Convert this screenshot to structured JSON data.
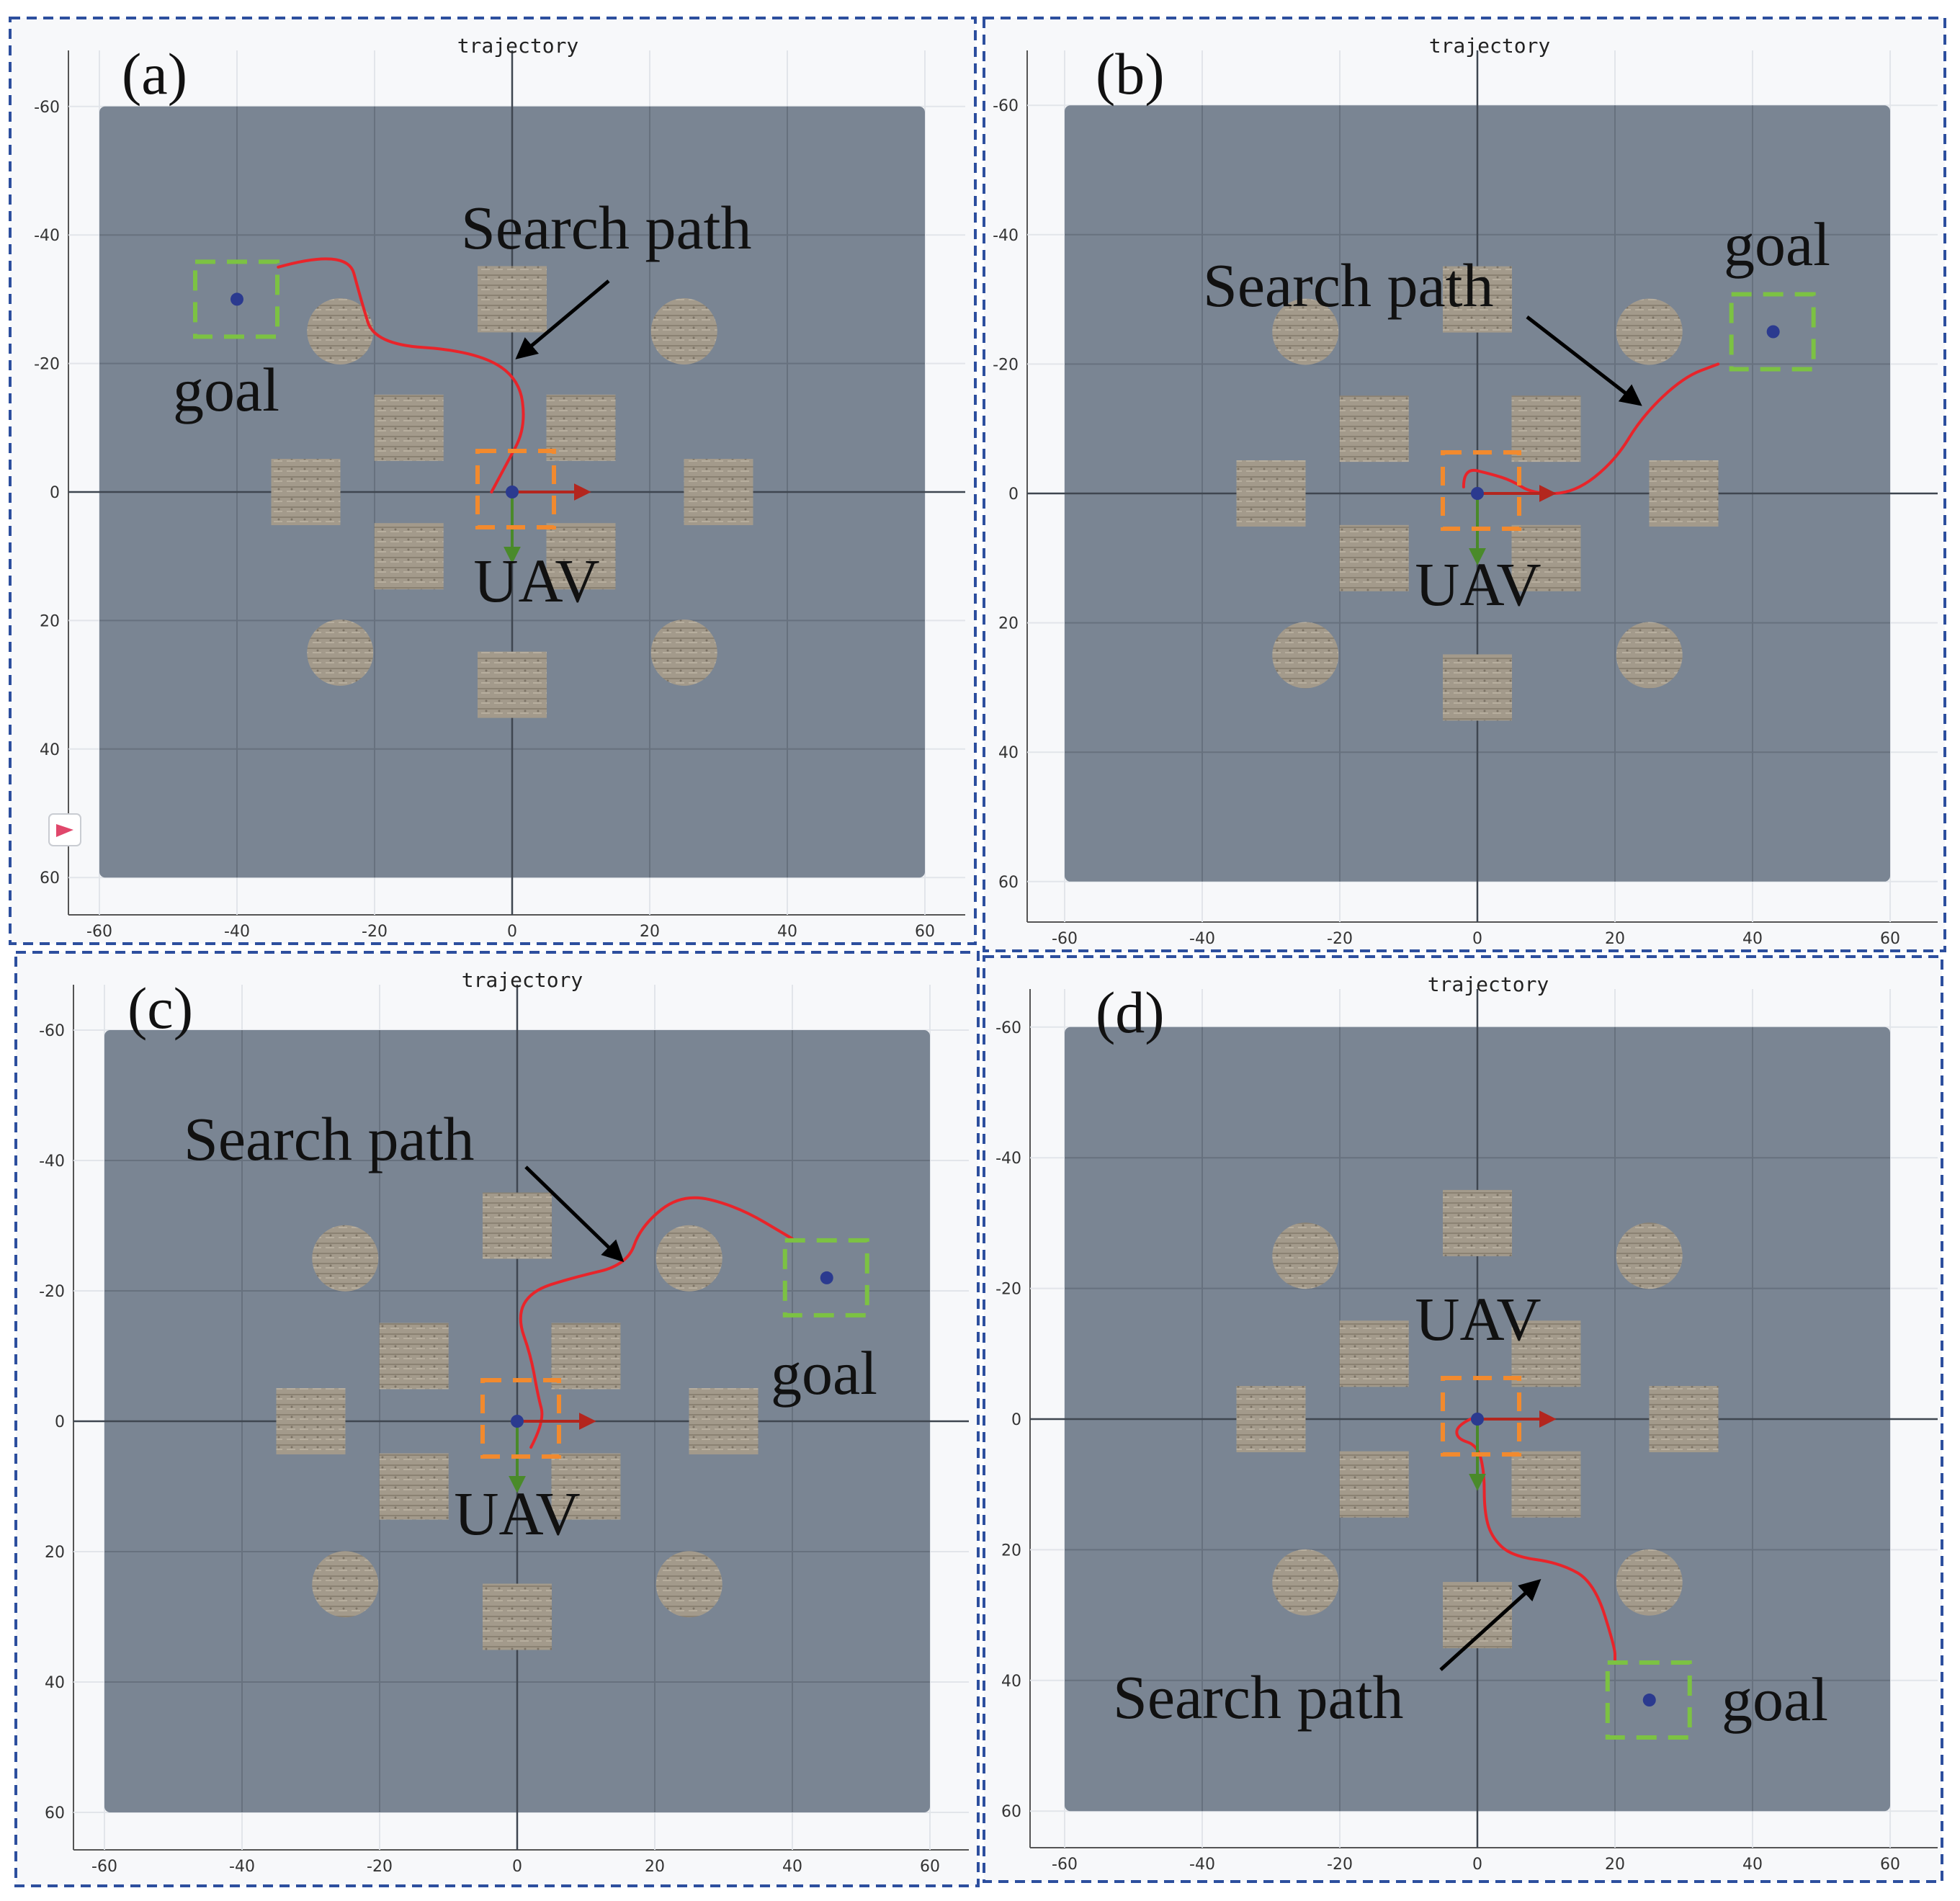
{
  "figure": {
    "panels": [
      {
        "id": "a",
        "label": "(a)",
        "title": "trajectory",
        "goal": [
          -40,
          -30
        ],
        "path": [
          [
            -34,
            -35
          ],
          [
            -24,
            -38
          ],
          [
            -22,
            -30
          ],
          [
            -20,
            -23
          ],
          [
            -6,
            -22
          ],
          [
            1,
            -18
          ],
          [
            2,
            -10
          ],
          [
            -1,
            -4
          ],
          [
            -3,
            0
          ]
        ],
        "labels": {
          "search_path": "Search path",
          "uav": "UAV",
          "goal": "goal"
        }
      },
      {
        "id": "b",
        "label": "(b)",
        "title": "trajectory",
        "goal": [
          43,
          -25
        ],
        "path": [
          [
            -2,
            -1
          ],
          [
            -2,
            -4
          ],
          [
            2,
            -3
          ],
          [
            5,
            -2
          ],
          [
            8,
            0
          ],
          [
            14,
            0
          ],
          [
            20,
            -5
          ],
          [
            24,
            -12
          ],
          [
            30,
            -18
          ],
          [
            35,
            -20
          ]
        ],
        "labels": {
          "search_path": "Search path",
          "uav": "UAV",
          "goal": "goal"
        }
      },
      {
        "id": "c",
        "label": "(c)",
        "title": "trajectory",
        "goal": [
          45,
          -22
        ],
        "path": [
          [
            2,
            4
          ],
          [
            4,
            0
          ],
          [
            3,
            -4
          ],
          [
            2,
            -10
          ],
          [
            0,
            -16
          ],
          [
            2,
            -20
          ],
          [
            8,
            -22
          ],
          [
            16,
            -24
          ],
          [
            18,
            -30
          ],
          [
            24,
            -35
          ],
          [
            32,
            -33
          ],
          [
            40,
            -28
          ]
        ],
        "labels": {
          "search_path": "Search path",
          "uav": "UAV",
          "goal": "goal"
        }
      },
      {
        "id": "d",
        "label": "(d)",
        "title": "trajectory",
        "goal": [
          25,
          43
        ],
        "path": [
          [
            -1,
            0
          ],
          [
            -3,
            1
          ],
          [
            -3,
            3
          ],
          [
            0,
            4
          ],
          [
            1,
            8
          ],
          [
            1,
            14
          ],
          [
            2,
            18
          ],
          [
            5,
            21
          ],
          [
            12,
            22
          ],
          [
            17,
            25
          ],
          [
            20,
            35
          ],
          [
            20,
            37
          ]
        ],
        "labels": {
          "search_path": "Search path",
          "uav": "UAV",
          "goal": "goal"
        }
      }
    ],
    "axes": {
      "x_ticks": [
        "-60",
        "-40",
        "-20",
        "0",
        "20",
        "40",
        "60"
      ],
      "y_ticks": [
        "-60",
        "-40",
        "-20",
        "0",
        "20",
        "40",
        "60"
      ],
      "range": [
        -60,
        60
      ]
    },
    "obstacles": {
      "squares": [
        [
          0,
          -30
        ],
        [
          -15,
          -10
        ],
        [
          10,
          -10
        ],
        [
          -30,
          0
        ],
        [
          30,
          0
        ],
        [
          -15,
          10
        ],
        [
          10,
          10
        ],
        [
          0,
          30
        ]
      ],
      "circles": [
        [
          -25,
          -25
        ],
        [
          25,
          -25
        ],
        [
          -25,
          25
        ],
        [
          25,
          25
        ]
      ]
    },
    "colors": {
      "ground": "#7a8593",
      "path": "#e8242a",
      "goal_box": "#7cc243",
      "uav_box": "#f28a2e",
      "panel_border": "#2d4f9e",
      "marker": "#2b3a8f",
      "x_arrow": "#b3261e",
      "y_arrow": "#4a8a2a"
    }
  }
}
